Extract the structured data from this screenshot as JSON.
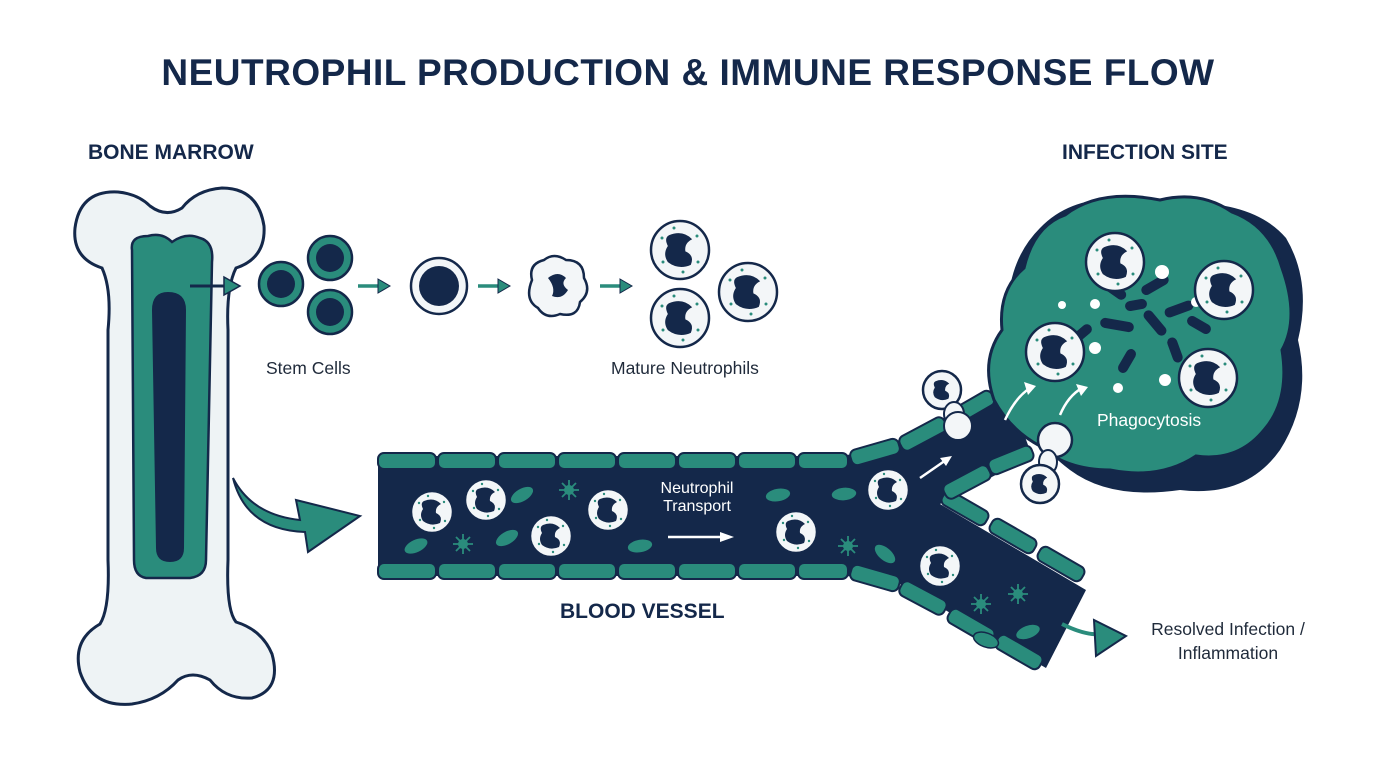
{
  "title": "NEUTROPHIL PRODUCTION & IMMUNE RESPONSE FLOW",
  "sections": {
    "bone_marrow": "BONE MARROW",
    "infection_site": "INFECTION SITE",
    "blood_vessel": "BLOOD VESSEL"
  },
  "labels": {
    "stem_cells": "Stem Cells",
    "mature_neutrophils": "Mature Neutrophils",
    "neutrophil_transport_line1": "Neutrophil",
    "neutrophil_transport_line2": "Transport",
    "phagocytosis": "Phagocytosis",
    "resolved_line1": "Resolved Infection /",
    "resolved_line2": "Inflammation"
  },
  "colors": {
    "navy": "#14284a",
    "teal": "#2a8c7c",
    "bone": "#eef3f5",
    "cell": "#f3f6f8"
  }
}
